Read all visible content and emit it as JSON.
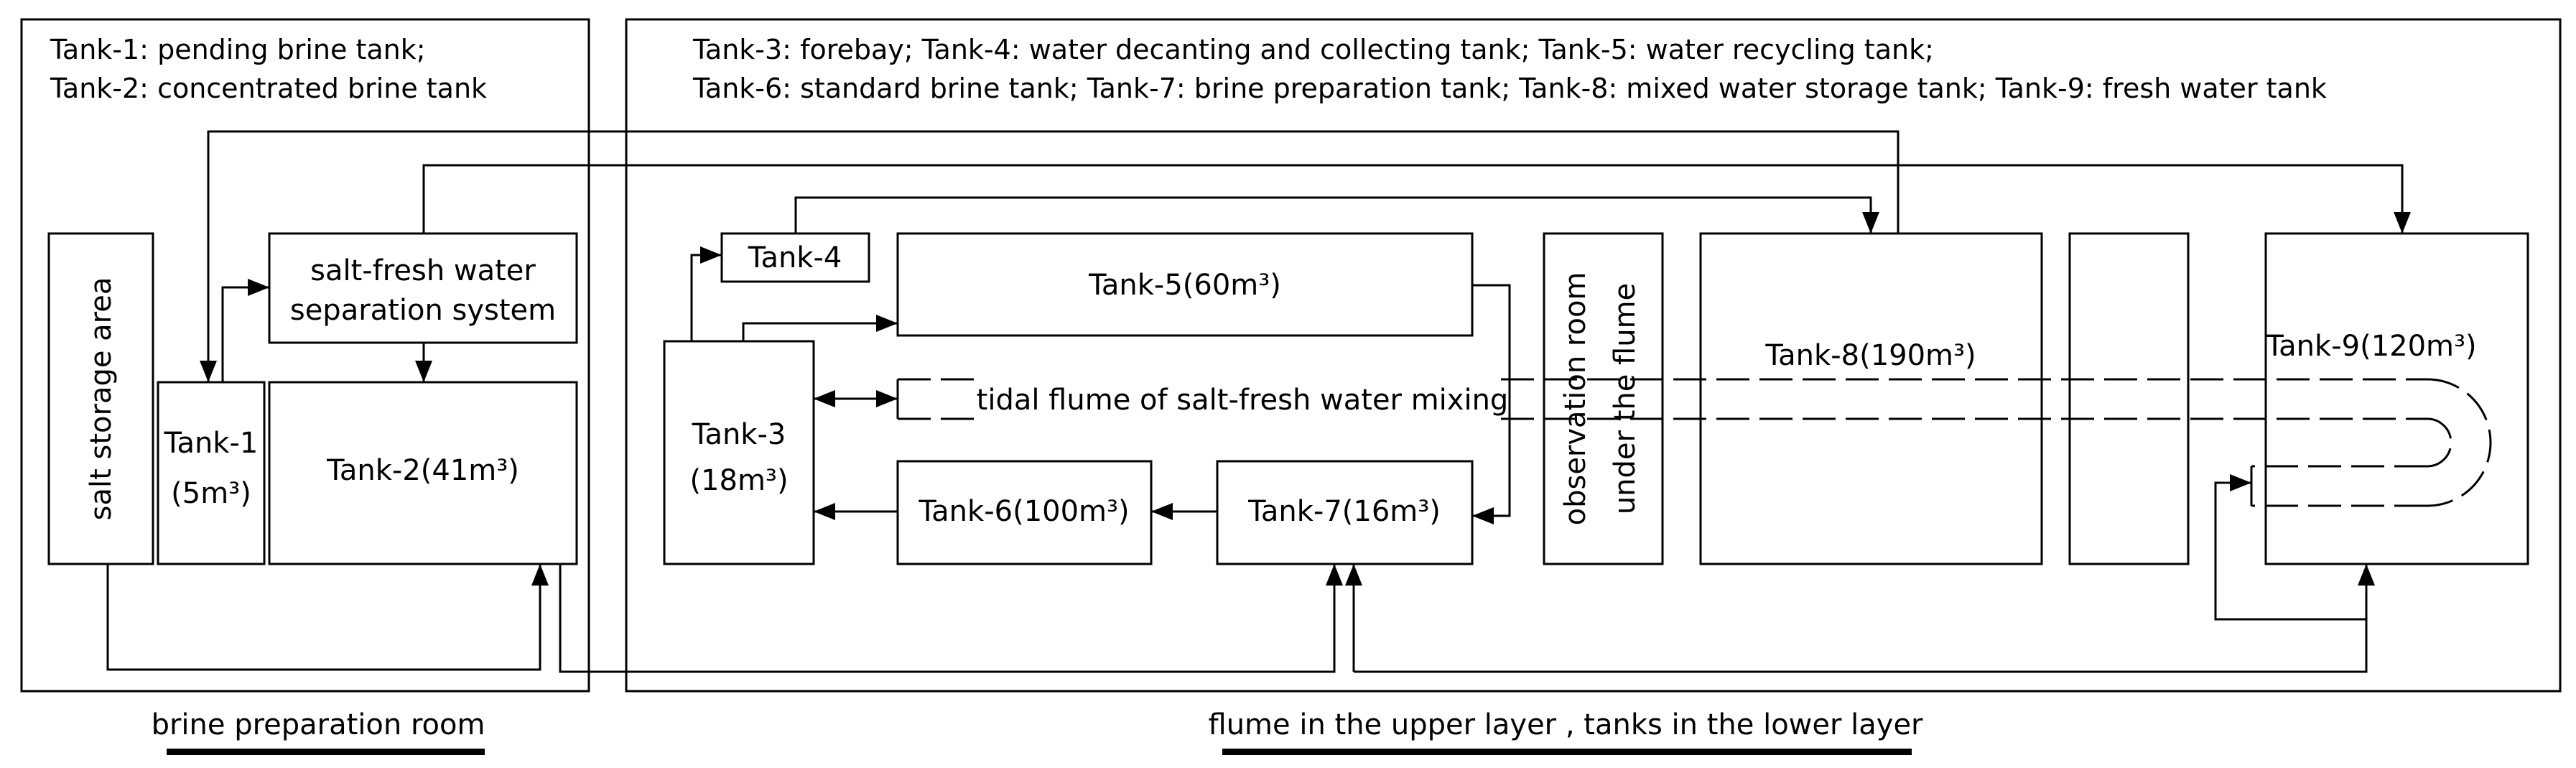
{
  "legend": {
    "left_line1": "Tank-1: pending brine tank;",
    "left_line2": "Tank-2: concentrated brine tank",
    "right_line1": "Tank-3: forebay; Tank-4: water decanting and collecting tank; Tank-5: water recycling tank;",
    "right_line2": "Tank-6: standard brine tank; Tank-7: brine preparation tank; Tank-8: mixed water storage tank; Tank-9: fresh water tank"
  },
  "boxes": {
    "salt_storage": "salt storage area",
    "tank1_name": "Tank-1",
    "tank1_vol": "(5m³)",
    "separation_line1": "salt-fresh water",
    "separation_line2": "separation system",
    "tank2": "Tank-2(41m³)",
    "tank3_name": "Tank-3",
    "tank3_vol": "(18m³)",
    "tank4": "Tank-4",
    "tank5": "Tank-5(60m³)",
    "tank6": "Tank-6(100m³)",
    "tank7": "Tank-7(16m³)",
    "obs_line1": "observation room",
    "obs_line2": "under the flume",
    "tank8": "Tank-8(190m³)",
    "tank9": "Tank-9(120m³)",
    "flume": "tidal flume of salt-fresh water mixing"
  },
  "captions": {
    "left": "brine preparation room",
    "right": "flume in the upper layer , tanks in the lower layer"
  }
}
